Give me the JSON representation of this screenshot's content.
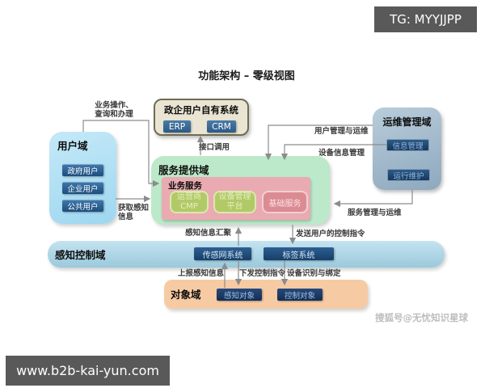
{
  "page": {
    "title": "功能架构 – 零级视图",
    "tg_badge": "TG: MYYJJPP",
    "website_badge": "www.b2b-kai-yun.com",
    "watermark": "搜狐号@无忧知识星球"
  },
  "domains": {
    "user": {
      "title": "用户域",
      "items": [
        "政府用户",
        "企业用户",
        "公共用户"
      ]
    },
    "gov_system": {
      "title": "政企用户自有系统",
      "items": [
        "ERP",
        "CRM"
      ]
    },
    "service": {
      "title": "服务提供域",
      "business": {
        "title": "业务服务",
        "items": [
          "运营商\nCMP",
          "设备管理\n平台",
          "基础服务"
        ]
      }
    },
    "ops": {
      "title": "运维管理域",
      "items": [
        "信息管理",
        "运行维护"
      ]
    },
    "perception": {
      "title": "感知控制域",
      "items": [
        "传感网系统",
        "标签系统"
      ]
    },
    "object": {
      "title": "对象域",
      "items": [
        "感知对象",
        "控制对象"
      ]
    }
  },
  "edges": {
    "biz_ops": "业务操作、\n查询和办理",
    "api_call": "接口调用",
    "user_mgmt": "用户管理与运维",
    "device_info": "设备信息管理",
    "service_mgmt": "服务管理与运维",
    "get_perception": "获取感知\n信息",
    "perception_agg": "感知信息汇聚",
    "send_cmd": "发送用户的控制指令",
    "report_info": "上报感知信息",
    "issue_cmd": "下发控制指令",
    "device_bind": "设备识别与绑定"
  },
  "colors": {
    "user_domain_bg": "#a9ddf3",
    "gov_system_bg": "#eae5d3",
    "gov_system_border": "#6f6c53",
    "service_domain_bg": "#bce9c9",
    "business_service_bg": "#e9abb1",
    "green_button_bg": "#b2c968",
    "salmon_button_bg": "#dc8b93",
    "ops_domain_bg": "#a3b9cb",
    "perception_bar_bg": "#abd3e3",
    "object_domain_bg": "#f6cba4",
    "navy_button_bg": "#1f4e79",
    "badge_bg": "#595959",
    "line_color": "#8c8c8c"
  }
}
